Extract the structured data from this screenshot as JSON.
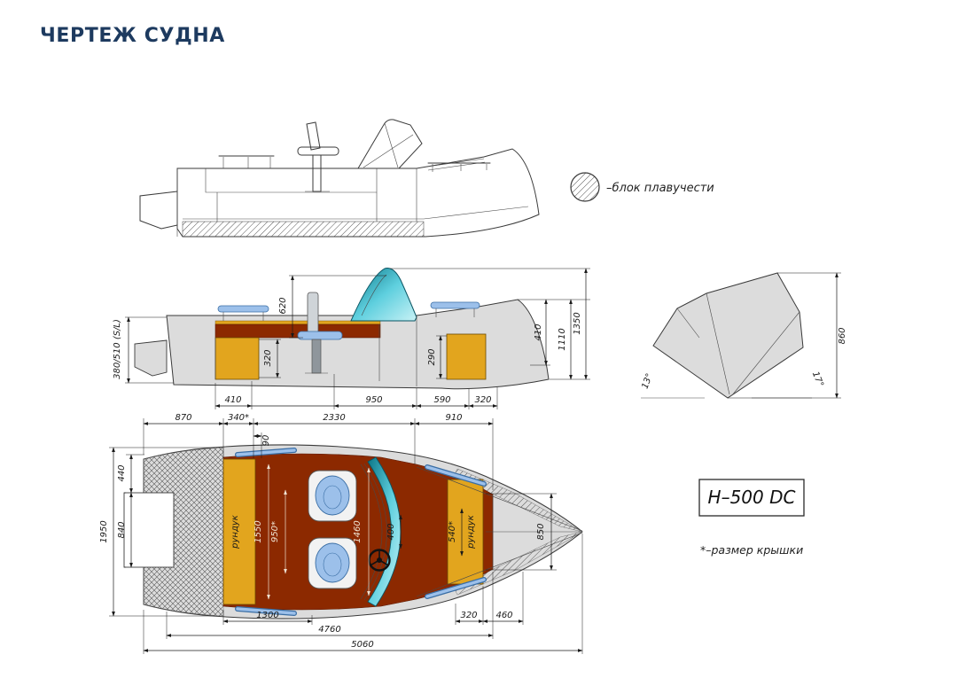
{
  "page": {
    "title": "ЧЕРТЕЖ СУДНА"
  },
  "legend": {
    "flotation": "–блок плавучести"
  },
  "model_label": "H–500 DC",
  "footnote": "*–размер крышки",
  "side_view": {
    "left_height": "380/510 (S/L)",
    "windshield_height": "620",
    "seat_box_height": "320",
    "bow_locker_height": "290",
    "bow_depth": "410",
    "hull_depth": "1110",
    "overall_height": "1350",
    "bottom_chain": [
      "410",
      "950",
      "590",
      "320"
    ]
  },
  "transom_view": {
    "height": "860",
    "angle_left": "13°",
    "angle_right": "17°"
  },
  "plan_view": {
    "top_chain": [
      "870",
      "340*",
      "2330",
      "910"
    ],
    "small_offset": "90",
    "left_chain": [
      "440",
      "840"
    ],
    "beam": "1950",
    "right_width": "850",
    "stern_locker_label": "рундук",
    "bow_locker_label": "рундук",
    "cockpit_width": "1550",
    "stern_hatch": "950*",
    "floor_width": "1460",
    "console_width": "400",
    "bow_hatch": "540*",
    "floor_length": "1300",
    "bow_chain": [
      "320",
      "460"
    ],
    "usable_length": "4760",
    "overall_length": "5060"
  },
  "colors": {
    "accent": "#1d3a5f",
    "hull": "#dcdcdc",
    "floor": "#8c2900",
    "locker": "#e2a51e",
    "seat_blue": "#9cc0ea",
    "windshield": "#2fb3c6"
  }
}
